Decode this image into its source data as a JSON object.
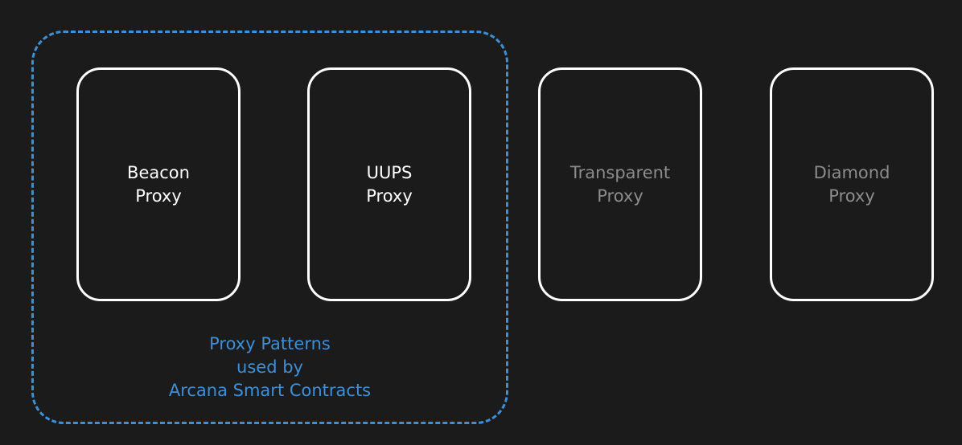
{
  "colors": {
    "background": "#1b1b1b",
    "card_border": "#ffffff",
    "active_text": "#ffffff",
    "muted_text": "#8c8c8c",
    "group_accent": "#3d8fd8"
  },
  "group": {
    "label_lines": [
      "Proxy Patterns",
      "used by",
      "Arcana Smart Contracts"
    ]
  },
  "cards": [
    {
      "line1": "Beacon",
      "line2": "Proxy",
      "state": "active"
    },
    {
      "line1": "UUPS",
      "line2": "Proxy",
      "state": "active"
    },
    {
      "line1": "Transparent",
      "line2": "Proxy",
      "state": "muted"
    },
    {
      "line1": "Diamond",
      "line2": "Proxy",
      "state": "muted"
    }
  ]
}
